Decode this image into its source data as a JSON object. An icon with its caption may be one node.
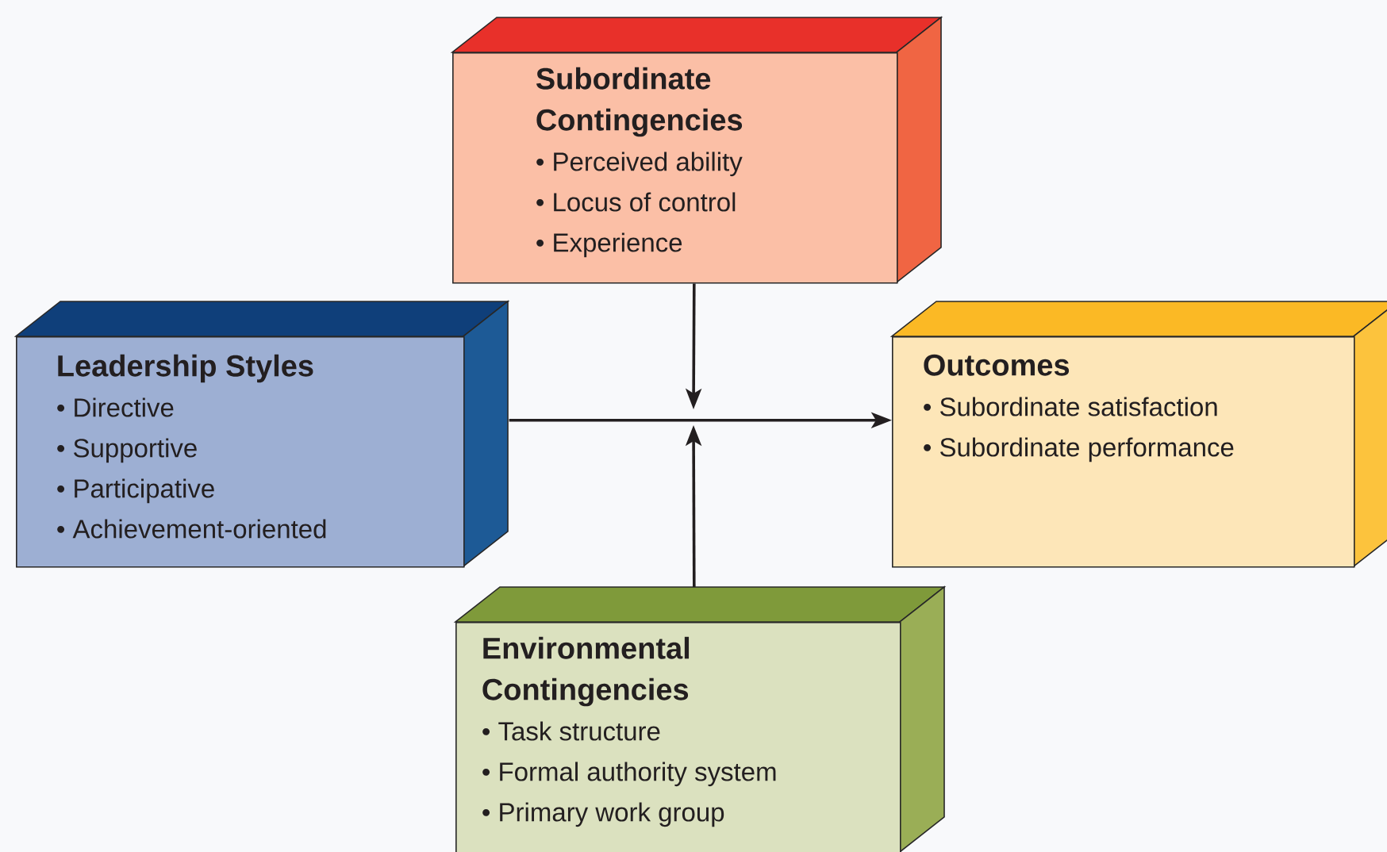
{
  "diagram": {
    "nodes": [
      {
        "text": [
          "Subordinate Contingencies",
          "• Perceived ability",
          "• Locus of control",
          "• Experience"
        ]
      },
      {
        "text": [
          "Leadership Styles",
          "• Directive",
          "• Supportive",
          "• Participative",
          "• Achievement-oriented"
        ]
      },
      {
        "text": [
          "Outcomes",
          "• Subordinate satisfaction",
          "• Subordinate performance"
        ]
      },
      {
        "text": [
          "Environmental Contingencies",
          "• Task structure",
          "• Formal authority system",
          "• Primary work group"
        ]
      }
    ],
    "edges": [
      {
        "from": 1,
        "to": 2,
        "arrow": "to"
      },
      {
        "from": 0,
        "to": null,
        "arrow": "to"
      },
      {
        "from": 3,
        "to": null,
        "arrow": "to"
      }
    ]
  }
}
